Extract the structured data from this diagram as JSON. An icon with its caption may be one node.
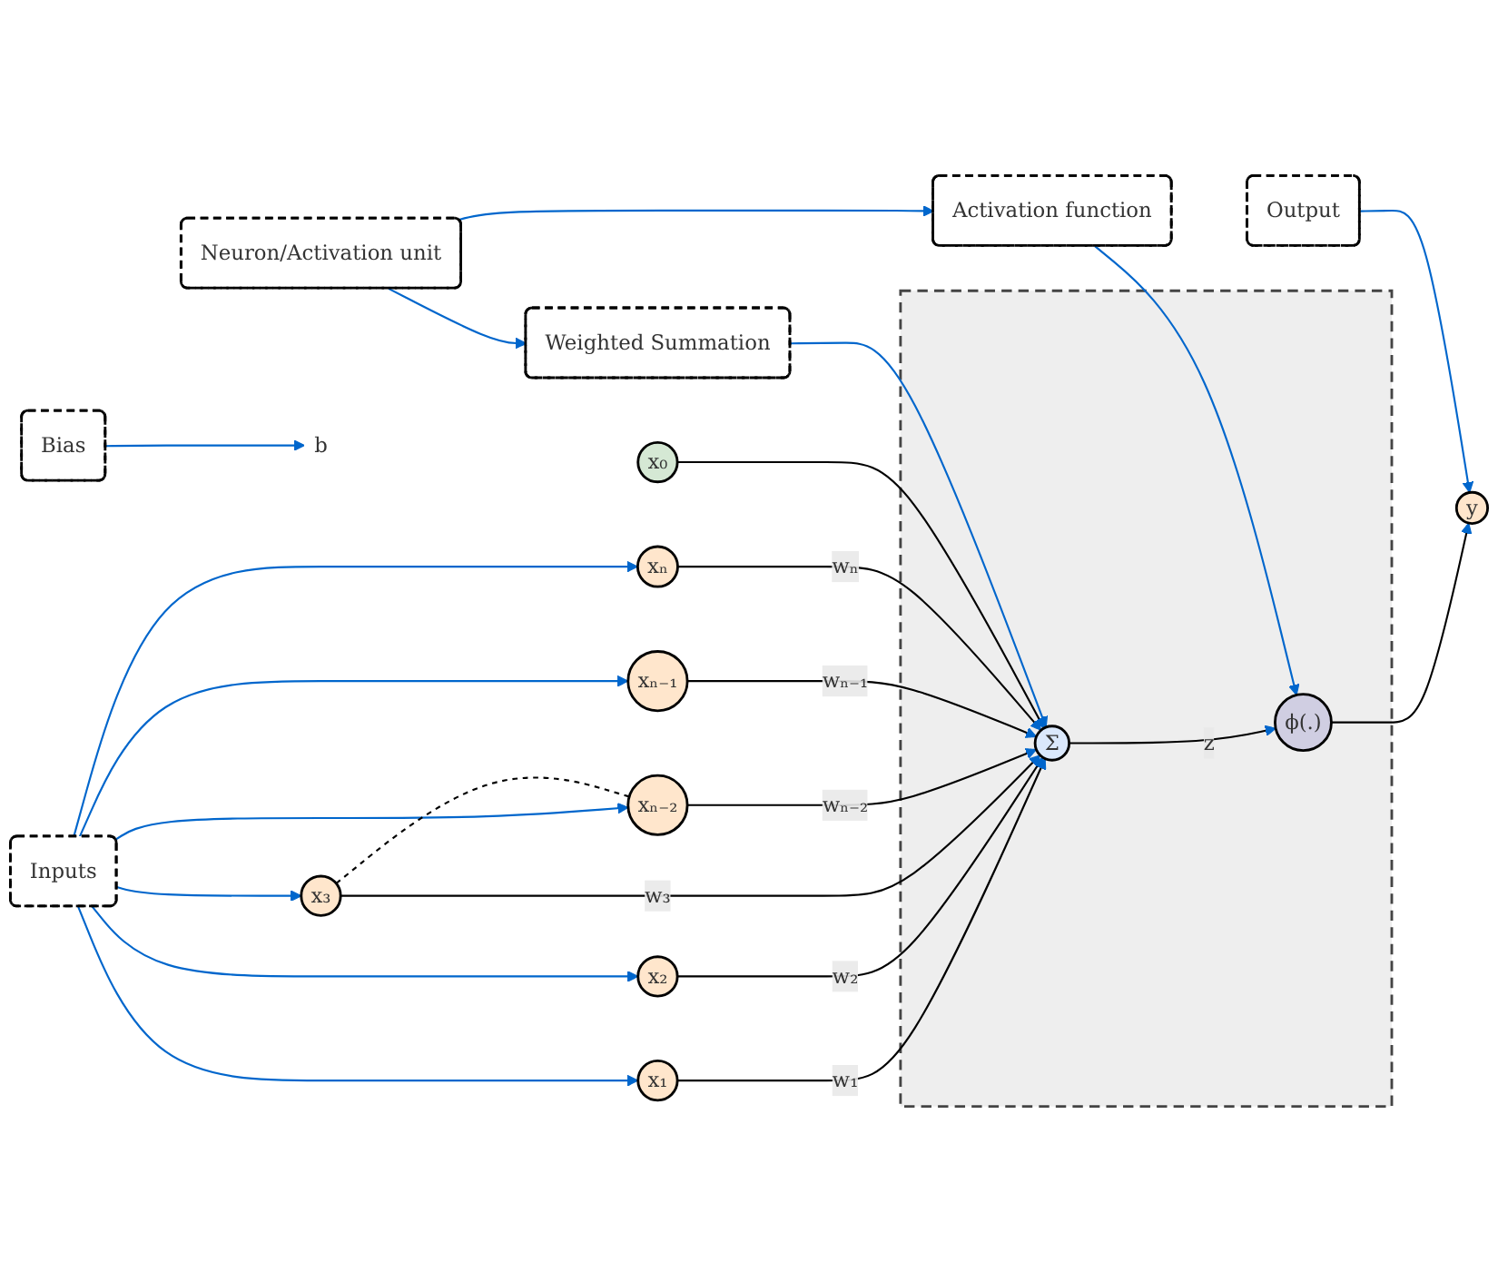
{
  "diagram": {
    "nodes": [
      {
        "text": [
          "Inputs"
        ]
      },
      {
        "text": [
          "x₁"
        ]
      },
      {
        "text": [
          "x₂"
        ]
      },
      {
        "text": [
          "x₃"
        ]
      },
      {
        "text": [
          "xₙ₋₂"
        ]
      },
      {
        "text": [
          "xₙ₋₁"
        ]
      },
      {
        "text": [
          "xₙ"
        ]
      },
      {
        "text": [
          "x₀"
        ]
      },
      {
        "text": [
          "b"
        ]
      },
      {
        "text": [
          "Bias"
        ]
      },
      {
        "text": [],
        "shape": "box"
      },
      {
        "text": [
          "Σ"
        ],
        "in": 10
      },
      {
        "text": [
          "ϕ(.)"
        ],
        "in": 10
      },
      {
        "text": [
          "y"
        ]
      },
      {
        "text": [
          "Output"
        ]
      },
      {
        "text": [
          "Activation function"
        ]
      },
      {
        "text": [
          "Weighted Summation"
        ]
      },
      {
        "text": [
          "Neuron/Activation unit"
        ]
      }
    ],
    "edges": [
      {
        "from": 0,
        "to": 1,
        "arrow": "to"
      },
      {
        "from": 0,
        "to": 2,
        "arrow": "to"
      },
      {
        "from": 0,
        "to": 3,
        "arrow": "to"
      },
      {
        "from": 0,
        "to": 4,
        "arrow": "to"
      },
      {
        "from": 0,
        "to": 5,
        "arrow": "to"
      },
      {
        "from": 0,
        "to": 6,
        "arrow": "to"
      },
      {
        "from": 3,
        "to": 4,
        "arrow": "none",
        "style": "dashed",
        "color": "#000000"
      },
      {
        "from": 1,
        "to": 11,
        "arrow": "to",
        "label": "w₁",
        "color": "#000000"
      },
      {
        "from": 2,
        "to": 11,
        "arrow": "to",
        "label": "w₂",
        "color": "#000000"
      },
      {
        "from": 3,
        "to": 11,
        "arrow": "to",
        "label": "w₃",
        "color": "#000000"
      },
      {
        "from": 4,
        "to": 11,
        "arrow": "to",
        "label": "wₙ₋₂",
        "color": "#000000"
      },
      {
        "from": 5,
        "to": 11,
        "arrow": "to",
        "label": "wₙ₋₁",
        "color": "#000000"
      },
      {
        "from": 6,
        "to": 11,
        "arrow": "to",
        "label": "wₙ",
        "color": "#000000"
      },
      {
        "from": 7,
        "to": 11,
        "arrow": "to",
        "color": "#000000"
      },
      {
        "from": 9,
        "to": 8,
        "arrow": "to"
      },
      {
        "from": 11,
        "to": 12,
        "arrow": "to",
        "label": "z",
        "color": "#000000"
      },
      {
        "from": 12,
        "to": 13,
        "arrow": "to",
        "color": "#000000"
      },
      {
        "from": 14,
        "to": 13,
        "arrow": "to"
      },
      {
        "from": 15,
        "to": 12,
        "arrow": "to"
      },
      {
        "from": 16,
        "to": 11,
        "arrow": "to"
      },
      {
        "from": 17,
        "to": 16,
        "arrow": "to"
      },
      {
        "from": 17,
        "to": 15,
        "arrow": "to"
      }
    ]
  }
}
